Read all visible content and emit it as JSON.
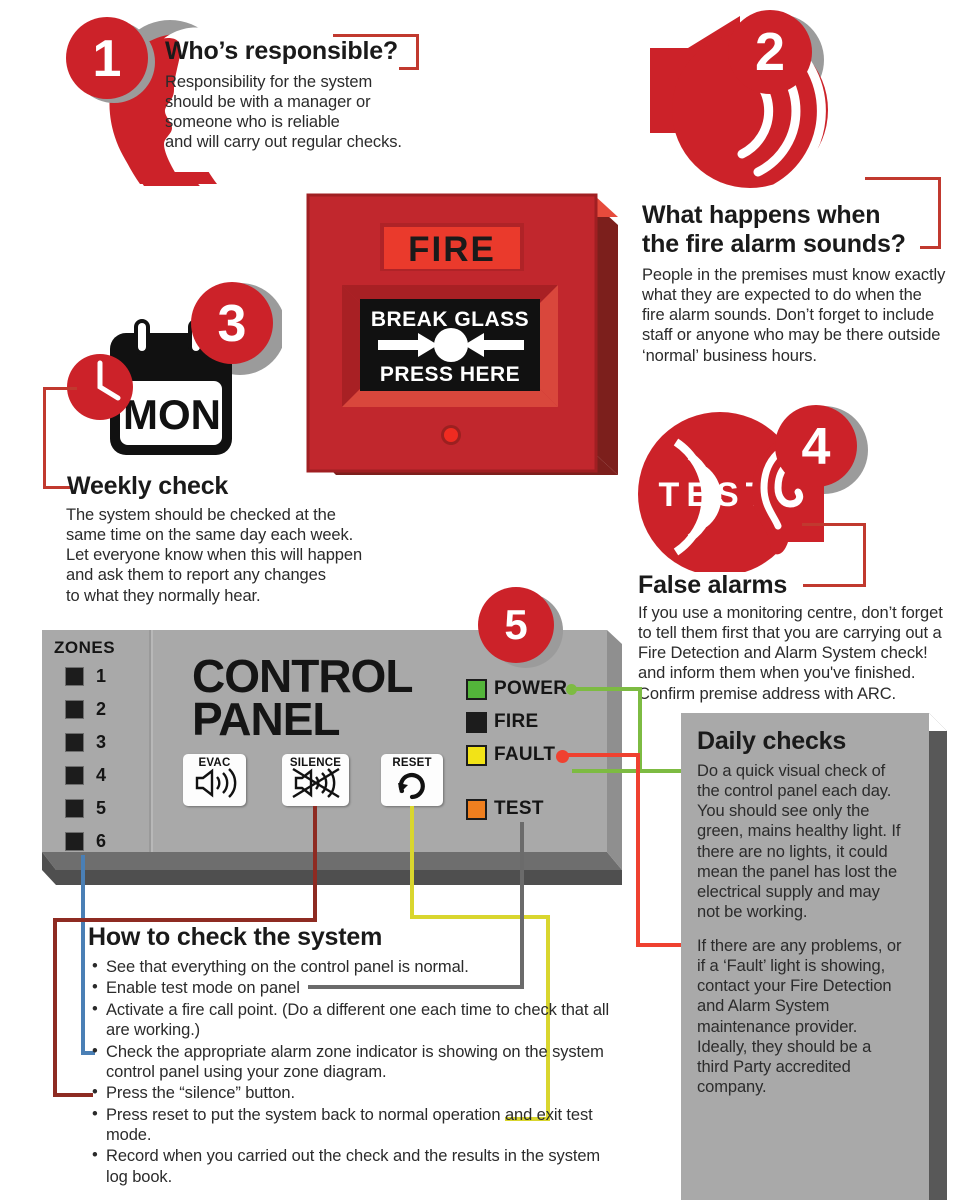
{
  "colors": {
    "red": "#cc2229",
    "connector_red": "#c1392f",
    "connector_dark_red": "#8e2b22",
    "connector_blue": "#4a7fb5",
    "connector_green": "#7dbb42",
    "connector_yellow": "#d9d62e",
    "connector_gray": "#6b6b6b",
    "panel_gray": "#a9a9a9",
    "panel_shadow": "#4f4f4f",
    "led_power": "#53b53a",
    "led_fire": "#1c1c1c",
    "led_fault": "#f2e317",
    "led_test": "#ef7f1f",
    "text": "#2b2b2b"
  },
  "sections": {
    "one": {
      "number": "1",
      "icon": "head-profile-icon",
      "title": "Who’s responsible?",
      "body": "Responsibility for the system should be with a manager or someone who is reliable and will carry out regular checks.",
      "lines": [
        "Responsibility for the system",
        "should be with a manager or",
        "someone who is reliable",
        "and will carry out regular checks."
      ]
    },
    "two": {
      "number": "2",
      "icon": "speaker-sound-icon",
      "title_line1": "What happens when",
      "title_line2": "the fire alarm sounds?",
      "lines": [
        "People in the premises must know exactly",
        "what they are expected to do when the",
        "fire alarm sounds. Don’t forget to include",
        "staff or anyone who may be there outside",
        "‘normal’ business hours."
      ]
    },
    "three": {
      "number": "3",
      "icon": "calendar-clock-icon",
      "calendar_day": "MON",
      "title": "Weekly check",
      "lines": [
        "The system should be checked at the",
        "same time on the same day each week.",
        "Let everyone know when this will happen",
        "and ask them to report any changes",
        "to what they normally hear."
      ]
    },
    "four": {
      "number": "4",
      "icon": "ear-test-icon",
      "icon_text": "TEST",
      "title": "False alarms",
      "lines": [
        "If you use a monitoring centre, don’t forget",
        "to tell them first that you are carrying out a",
        "Fire Detection and Alarm System check!",
        "and inform them when you've finished.",
        "Confirm premise address with ARC."
      ]
    },
    "five": {
      "number": "5"
    }
  },
  "call_point": {
    "fire_label": "FIRE",
    "break_glass_label": "BREAK GLASS",
    "press_here_label": "PRESS HERE"
  },
  "control_panel": {
    "zones_label": "ZONES",
    "zones": [
      "1",
      "2",
      "3",
      "4",
      "5",
      "6"
    ],
    "title_line1": "CONTROL",
    "title_line2": "PANEL",
    "buttons": [
      {
        "label": "EVAC",
        "icon": "speaker-on-icon"
      },
      {
        "label": "SILENCE",
        "icon": "speaker-muted-icon"
      },
      {
        "label": "RESET",
        "icon": "circular-arrow-icon"
      }
    ],
    "indicators": [
      {
        "label": "POWER",
        "color": "#53b53a"
      },
      {
        "label": "FIRE",
        "color": "#1c1c1c"
      },
      {
        "label": "FAULT",
        "color": "#f2e317"
      },
      {
        "label": "TEST",
        "color": "#ef7f1f"
      }
    ]
  },
  "how_to_check": {
    "title": "How to check the system",
    "items": [
      "See that everything on the control panel is normal.",
      "Enable test mode on panel",
      "Activate a fire call point. (Do a different one each time to check that all are working.)",
      "Check the appropriate alarm zone indicator is showing on the system control panel using your zone diagram.",
      "Press the “silence” button.",
      "Press reset to put the system back to normal operation and exit test mode.",
      "Record when you carried out the check and the results in the system log book."
    ]
  },
  "daily_checks": {
    "title": "Daily checks",
    "paragraph1_lines": [
      "Do a quick visual check of",
      "the control panel each day.",
      "You should see only the",
      "green, mains healthy light. If",
      "there are no lights, it could",
      "mean the panel has lost the",
      "electrical supply and may",
      "not be working."
    ],
    "paragraph2_lines": [
      "If there are any problems, or",
      "if a ‘Fault’ light is showing,",
      "contact your Fire Detection",
      "and Alarm System",
      "maintenance provider.",
      "Ideally, they should be a",
      "third Party accredited",
      "company."
    ]
  }
}
